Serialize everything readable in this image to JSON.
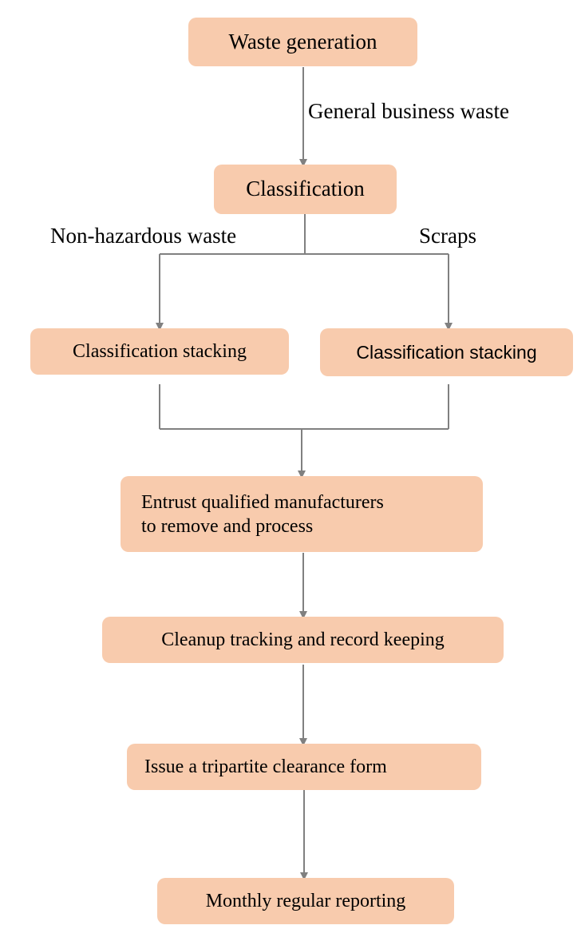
{
  "flowchart": {
    "nodes": {
      "waste_generation": "Waste generation",
      "classification": "Classification",
      "stacking_left": "Classification stacking",
      "stacking_right": "Classification stacking",
      "entrust_line1": "Entrust qualified manufacturers",
      "entrust_line2": "to remove and process",
      "cleanup": "Cleanup tracking and record keeping",
      "issue_form": "Issue a tripartite clearance form",
      "monthly": "Monthly regular reporting"
    },
    "edge_labels": {
      "general_business_waste": "General business waste",
      "non_hazardous_waste": "Non-hazardous waste",
      "scraps": "Scraps"
    },
    "colors": {
      "node_fill": "#f8cbad",
      "connector": "#808080"
    }
  }
}
